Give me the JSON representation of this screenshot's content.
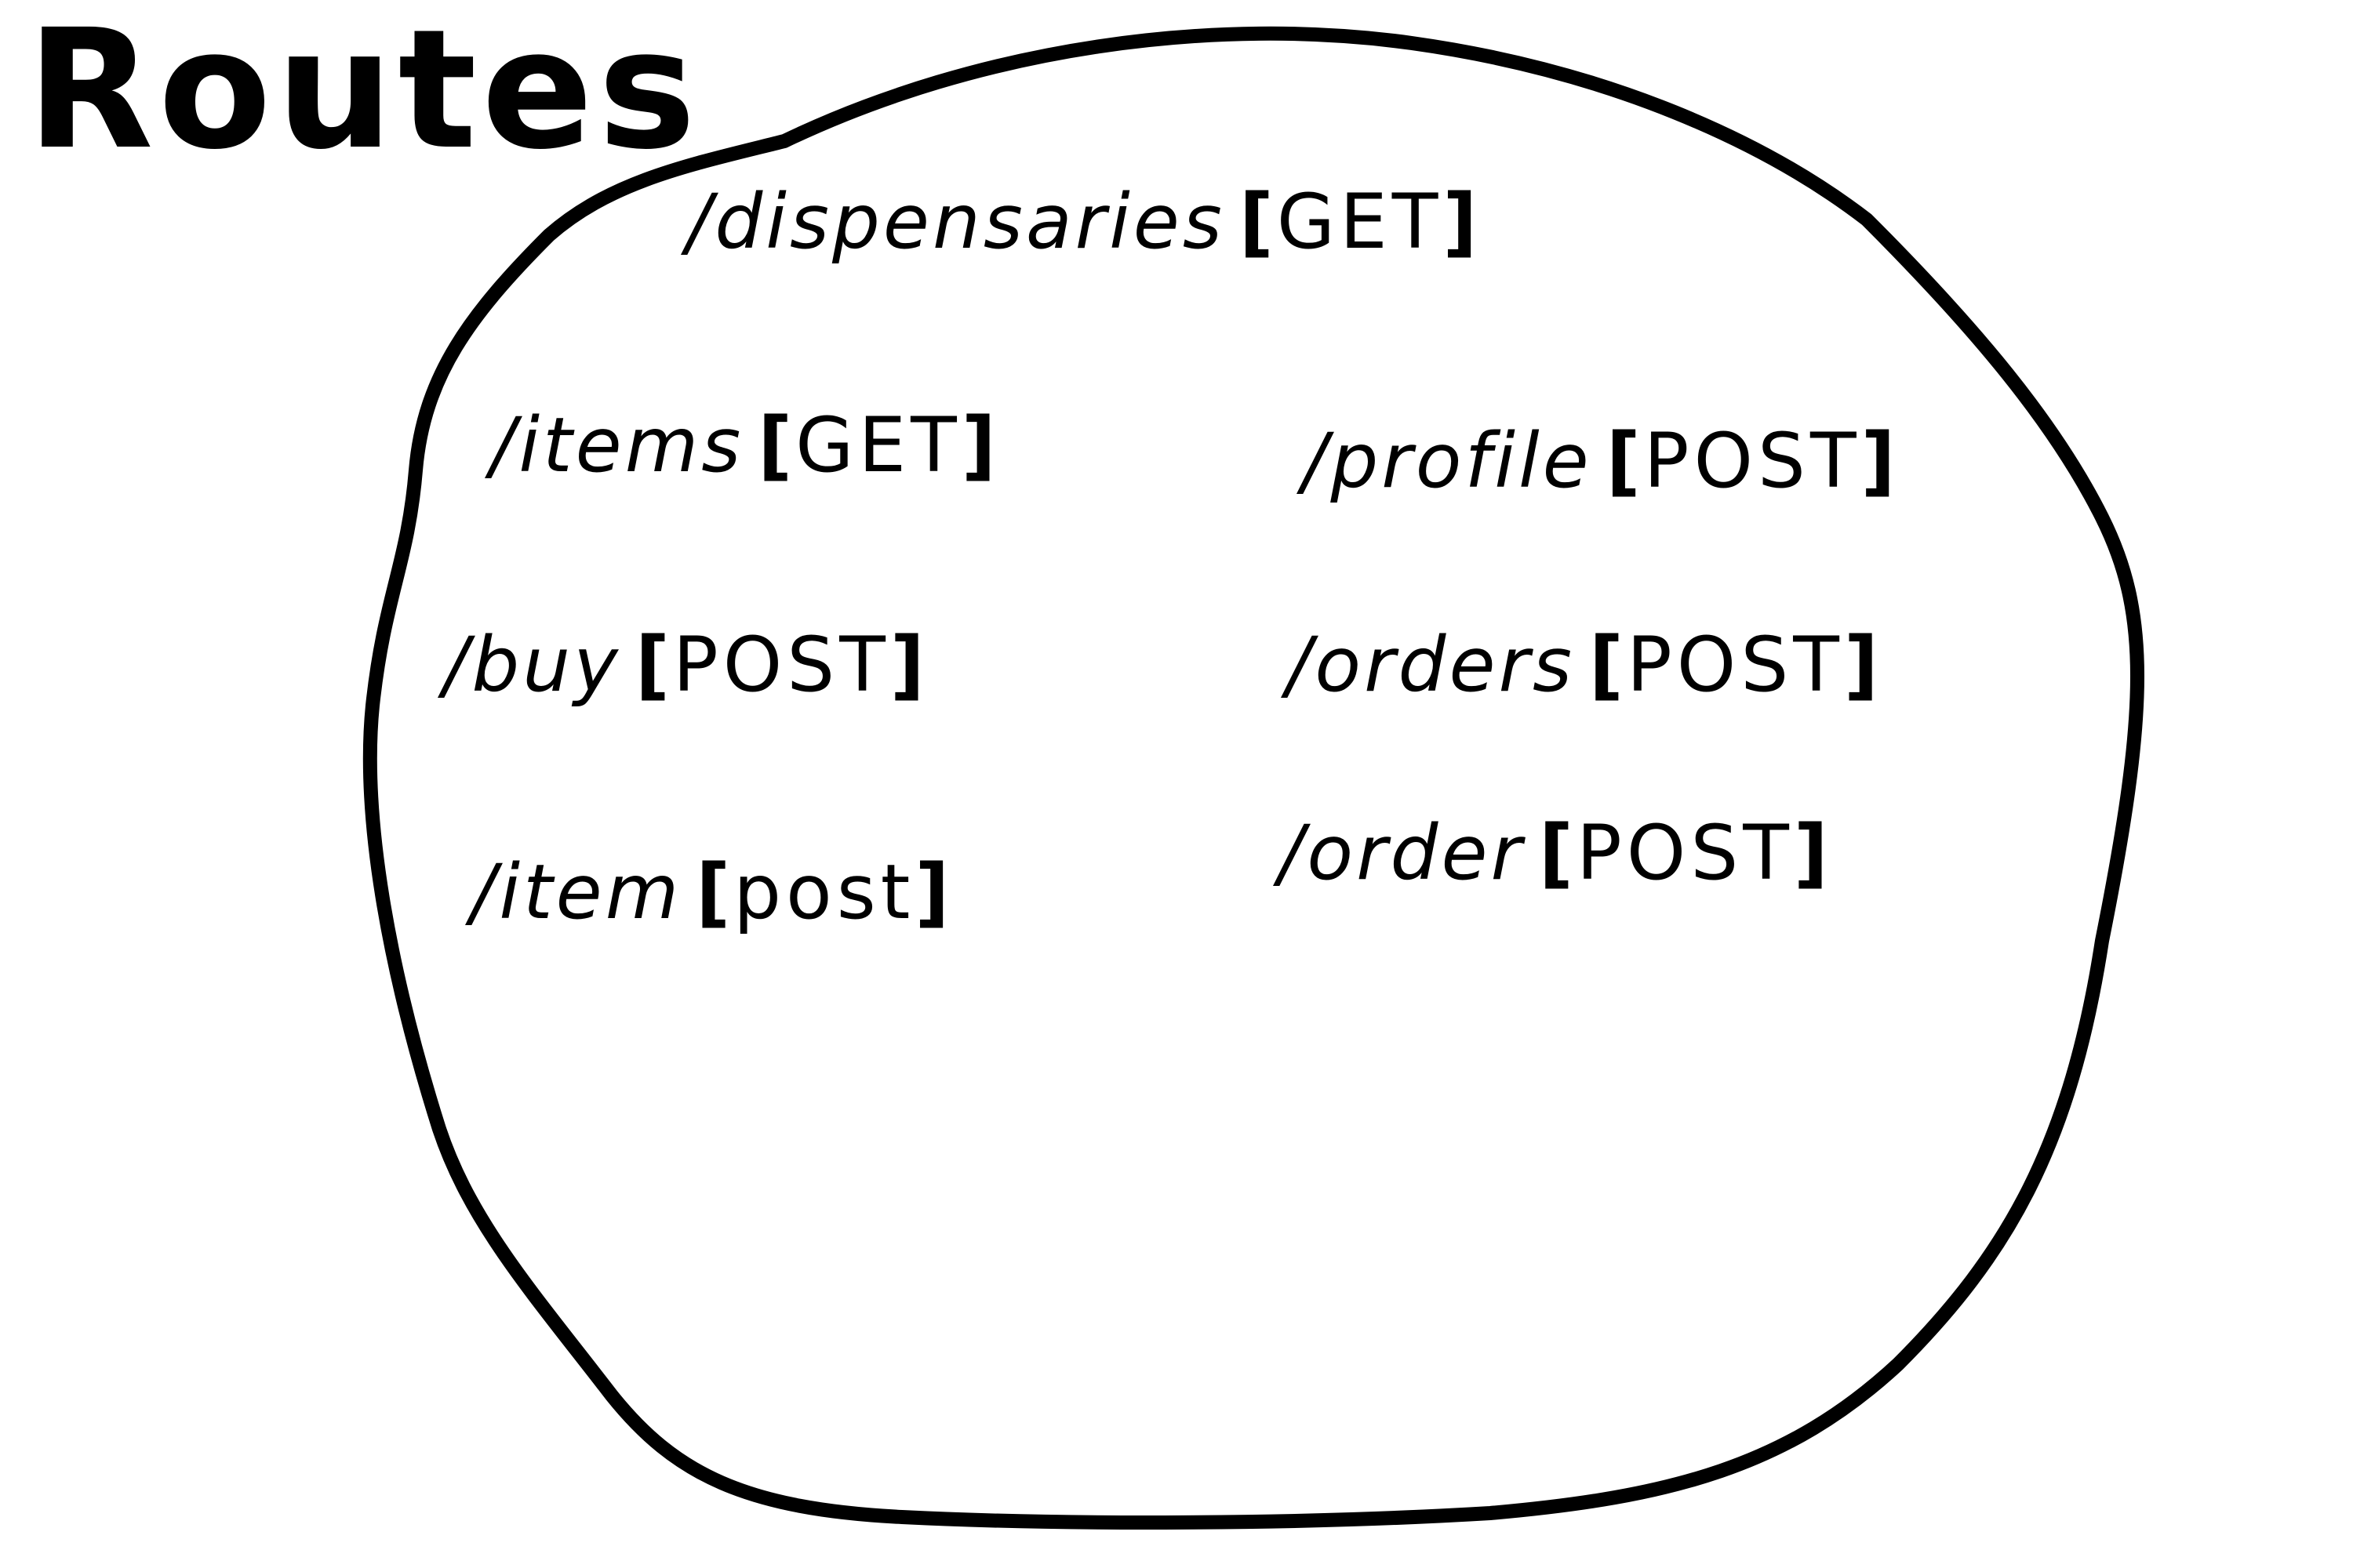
{
  "title": "Routes",
  "routes": [
    {
      "path": "/dispensaries",
      "method": "GET"
    },
    {
      "path": "/items",
      "method": "GET"
    },
    {
      "path": "/profile",
      "method": "POST"
    },
    {
      "path": "/buy",
      "method": "POST"
    },
    {
      "path": "/orders",
      "method": "POST"
    },
    {
      "path": "/item",
      "method": "post"
    },
    {
      "path": "/order",
      "method": "POST"
    }
  ],
  "colors": {
    "ink": "#000000",
    "background": "#ffffff"
  }
}
